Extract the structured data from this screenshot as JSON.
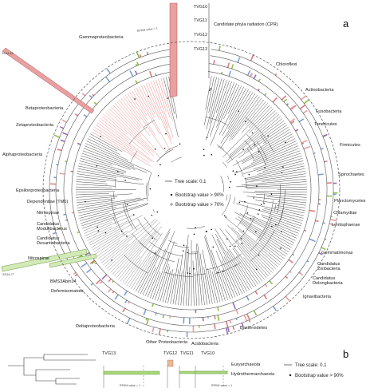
{
  "panels": {
    "a": "a",
    "b": "b"
  },
  "panel_a": {
    "clade_labels": [
      "Candidate phyla radiation (CPR)",
      "Gammaproteobacteria",
      "Chloroflexi",
      "Actinobacteria",
      "Fusobacteria",
      "Tenericutes",
      "Firmicutes",
      "Spirochaetes",
      "Planctomycetes",
      "Chlamydiae",
      "Lentisphaerae",
      "Gemmatimonas",
      "Candidatus\nZixibacteria",
      "Candidatus\nDelongbacteria",
      "Ignavibacteria",
      "Bacteroidetes",
      "Acidobacteria",
      "Other Proteobacteria",
      "Deltaproteobacteria",
      "Defemisomatota",
      "BMS3Abin14",
      "Nitrospirae",
      "Candidatus\nDesantisbacteria",
      "Candidatus\nModulibacterus",
      "Nitrospinae",
      "Dependentiae (TM6)",
      "Epsilonproteobacteria",
      "Alphaproteobacteria",
      "Zetaproteobacteria",
      "Betaproteobacteria"
    ],
    "ring_labels": [
      "TVG10",
      "TVG11",
      "TVG12",
      "TVG13"
    ],
    "scale_text": "RPKM value = 1",
    "sample_labels": [
      "SZUA-69",
      "SZUA-77"
    ],
    "legend": {
      "tree_scale": "Tree scale: 0.1",
      "bootstrap_90": "Bootstrap value > 90%",
      "bootstrap_70": "Bootstrap value > 70%"
    },
    "colors": {
      "gamma": "#e07b7b",
      "green": "#8bc34a",
      "purple": "#9b6bb5",
      "pink": "#e8a0a0",
      "blue": "#7aa0d4",
      "tree": "#333333"
    }
  },
  "panel_b": {
    "ring_labels": [
      "TVG13",
      "TVG12",
      "TVG11",
      "TVG10"
    ],
    "clade_labels": [
      "Euryarchaeota",
      "Hydrothermarchaeota"
    ],
    "scale_text": "RPKM value = 1",
    "legend": {
      "tree_scale": "Tree scale: 0.1",
      "bootstrap_90": "Bootstrap value > 90%"
    }
  }
}
